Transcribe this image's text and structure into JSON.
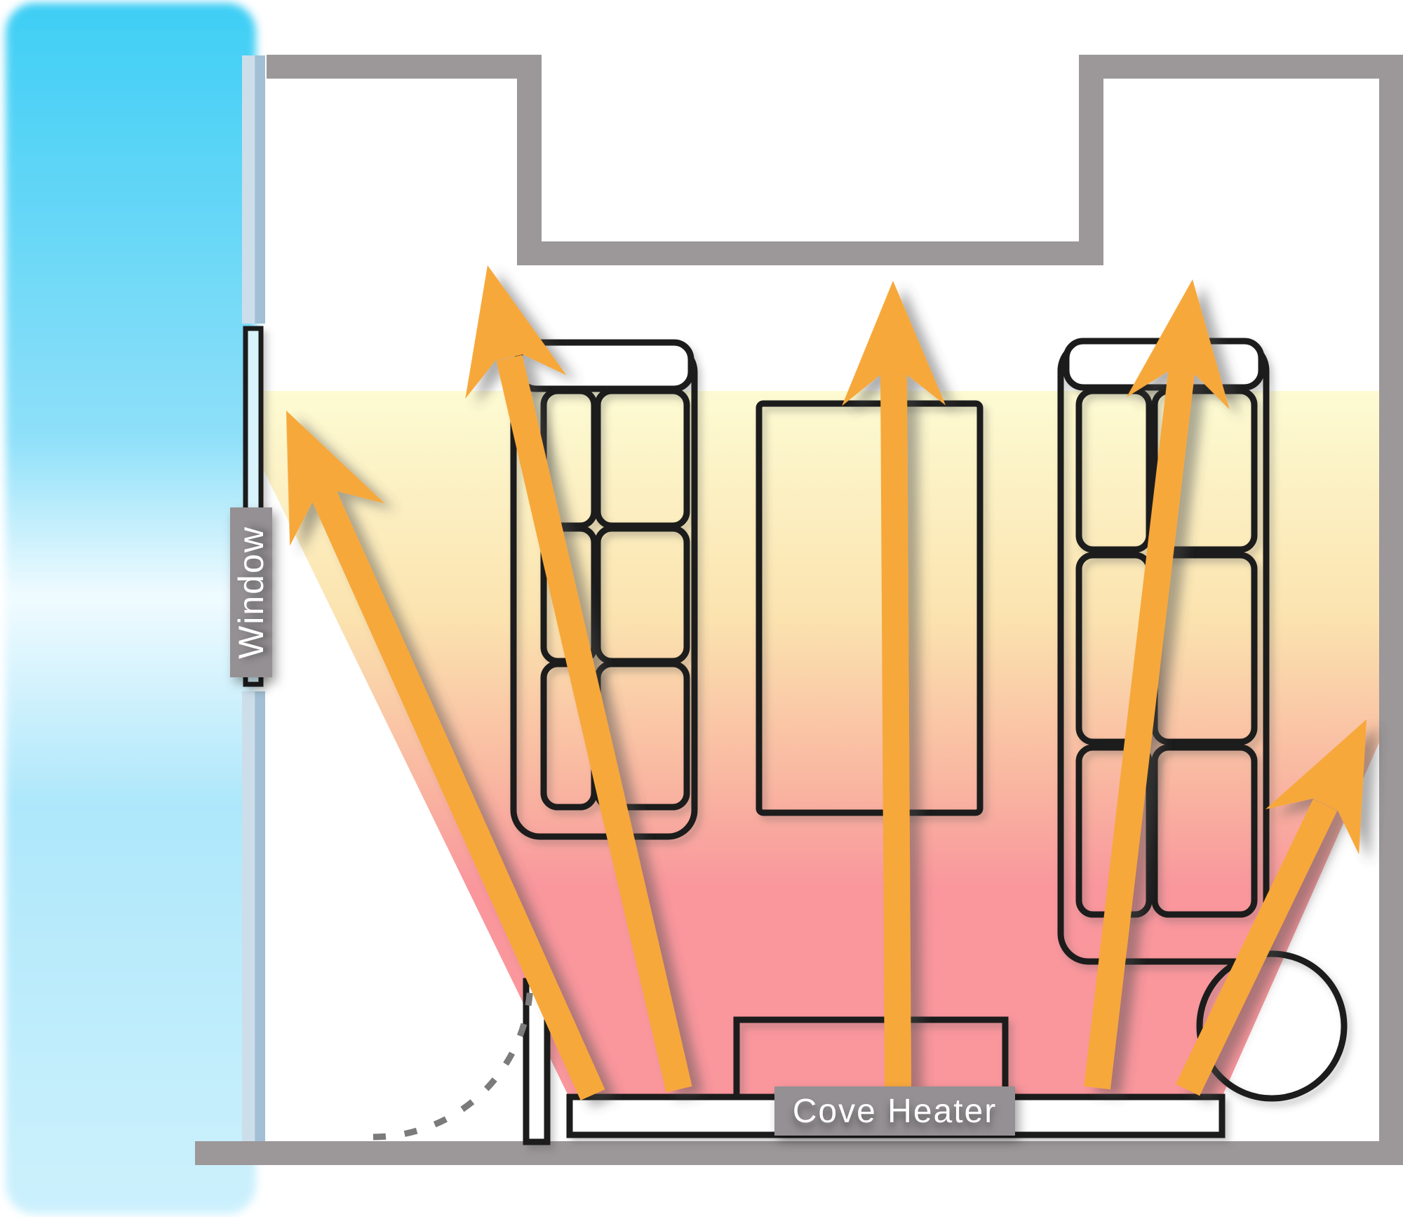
{
  "labels": {
    "window": "Window",
    "cove_heater": "Cove Heater"
  },
  "scene": {
    "type": "floor-plan heating diagram",
    "heat_flow_arrows": 5,
    "furniture": [
      "loveseat",
      "coffee table",
      "sofa",
      "round side table",
      "door with swing arc"
    ],
    "heat_source": "cove heater on bottom wall",
    "cold_source": "window on left wall"
  },
  "colors": {
    "arrow_orange": "#F7A83B",
    "outline_black": "#1C1C1C",
    "wall_gray": "#9C9798",
    "label_bg": "#949093",
    "label_text": "#FFFFFF",
    "heat_s0": "#FDFBD3",
    "heat_s1": "#FBE3AF",
    "heat_s2": "#F9B7A1",
    "heat_s3": "#F9979D",
    "blue_s0": "#3ECEF5",
    "blue_s1": "#8FE0F9",
    "blue_s2": "#F0FBFF",
    "blue_s3": "#AEE7FB",
    "blue_s4": "#CDF1FD",
    "sill_light": "#CCDEEA",
    "sill_dark": "#A2BFD5",
    "pane_blue": "#D8F3FC",
    "door_dash": "#7B7B7B"
  }
}
